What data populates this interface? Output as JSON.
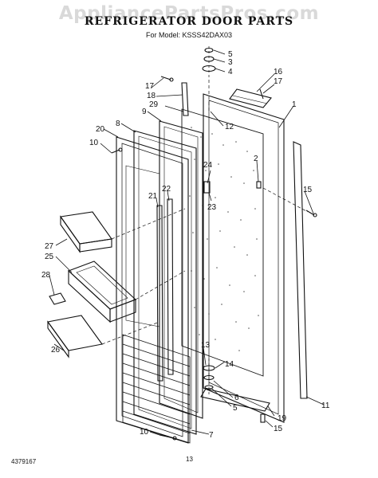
{
  "watermark": "AppliancePartsPros.com",
  "title": "REFRIGERATOR DOOR PARTS",
  "model_line": "For Model: KSSS42DAX03",
  "document_number": "4379167",
  "page_number": "13",
  "callouts": [
    {
      "id": "c5a",
      "text": "5"
    },
    {
      "id": "c3",
      "text": "3"
    },
    {
      "id": "c4",
      "text": "4"
    },
    {
      "id": "c16",
      "text": "16"
    },
    {
      "id": "c17a",
      "text": "17"
    },
    {
      "id": "c17b",
      "text": "17"
    },
    {
      "id": "c1",
      "text": "1"
    },
    {
      "id": "c18",
      "text": "18"
    },
    {
      "id": "c29",
      "text": "29"
    },
    {
      "id": "c9",
      "text": "9"
    },
    {
      "id": "c12",
      "text": "12"
    },
    {
      "id": "c8",
      "text": "8"
    },
    {
      "id": "c20",
      "text": "20"
    },
    {
      "id": "c10a",
      "text": "10"
    },
    {
      "id": "c2",
      "text": "2"
    },
    {
      "id": "c24",
      "text": "24"
    },
    {
      "id": "c15a",
      "text": "15"
    },
    {
      "id": "c22",
      "text": "22"
    },
    {
      "id": "c21",
      "text": "21"
    },
    {
      "id": "c23",
      "text": "23"
    },
    {
      "id": "c27",
      "text": "27"
    },
    {
      "id": "c25",
      "text": "25"
    },
    {
      "id": "c28",
      "text": "28"
    },
    {
      "id": "c13",
      "text": "13"
    },
    {
      "id": "c26",
      "text": "26"
    },
    {
      "id": "c14",
      "text": "14"
    },
    {
      "id": "c6",
      "text": "6"
    },
    {
      "id": "c5b",
      "text": "5"
    },
    {
      "id": "c19",
      "text": "19"
    },
    {
      "id": "c11",
      "text": "11"
    },
    {
      "id": "c15b",
      "text": "15"
    },
    {
      "id": "c10b",
      "text": "10"
    },
    {
      "id": "c7",
      "text": "7"
    }
  ]
}
